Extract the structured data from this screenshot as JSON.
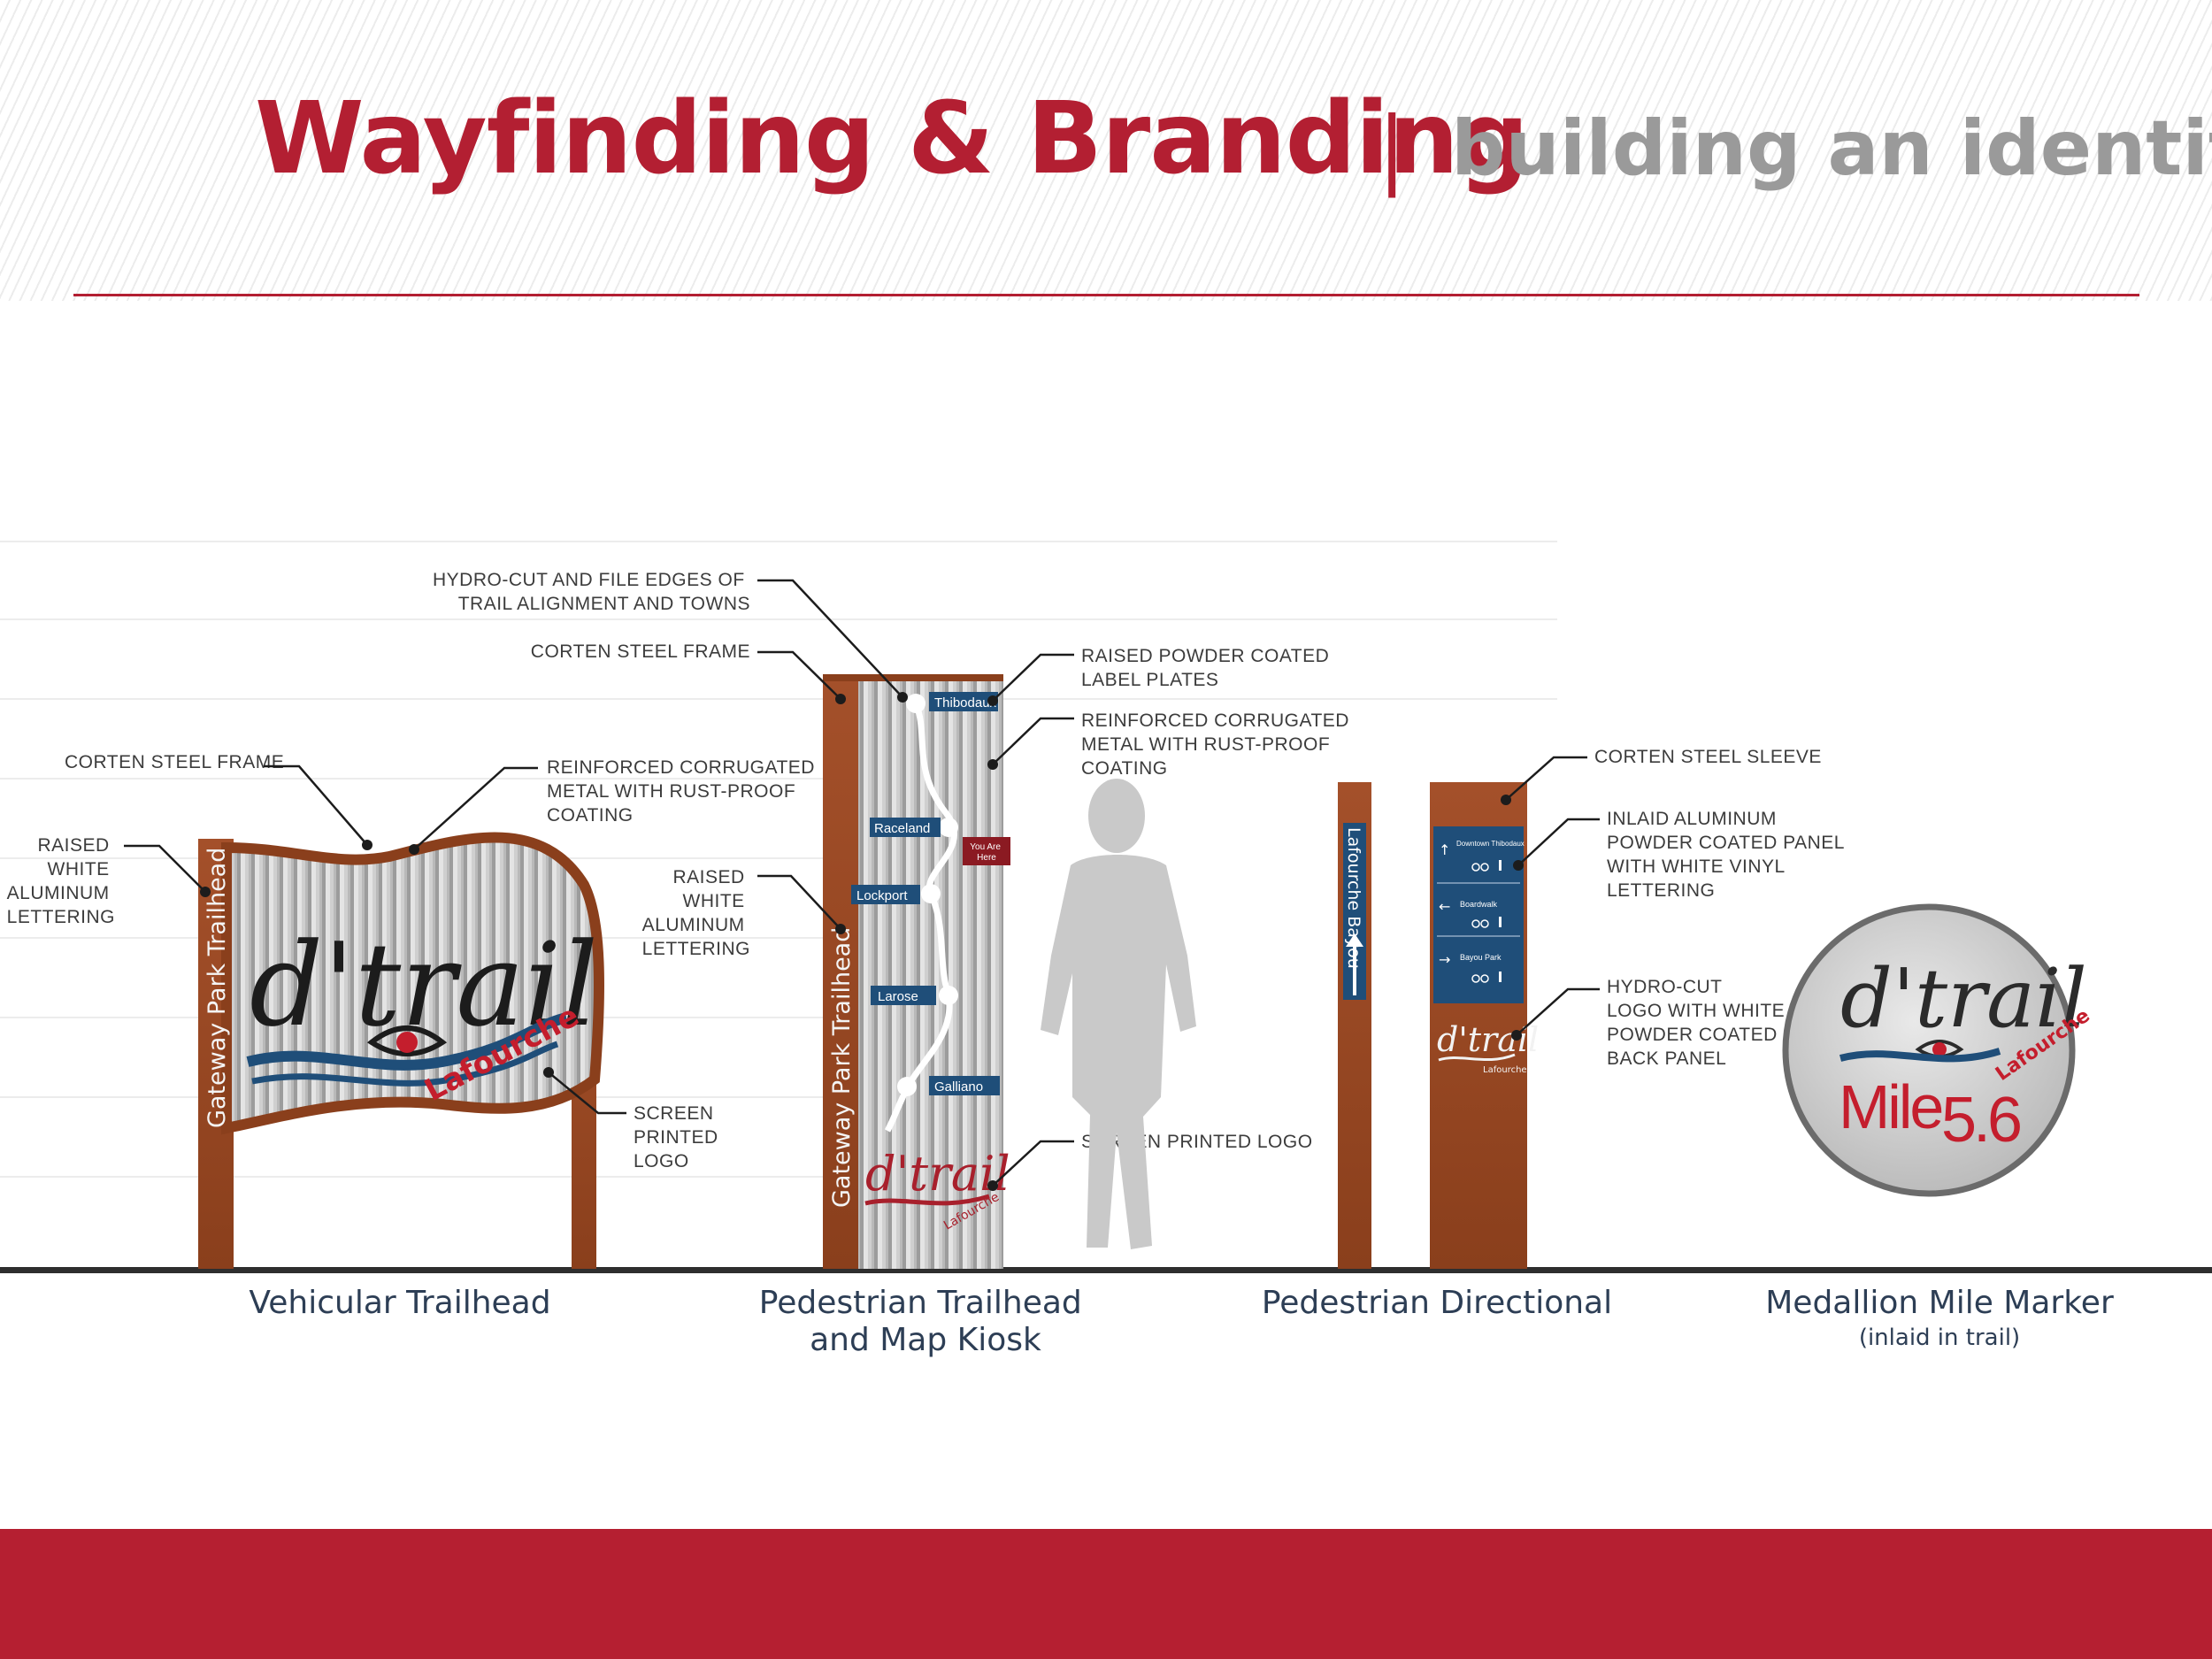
{
  "header": {
    "title": "Wayfinding & Branding",
    "separator": "|",
    "subtitle": "building an identity"
  },
  "colors": {
    "brand_red": "#b31f32",
    "subtitle_gray": "#9a9a9a",
    "corten": "#8a3f1c",
    "panel_blue": "#1f4e79",
    "caption_navy": "#2d3e55"
  },
  "signs": {
    "vehicular": {
      "caption": "Vehicular Trailhead",
      "post_text": "Gateway Park Trailhead",
      "logo": "d'trail",
      "logo_sub": "Lafourche",
      "callouts": {
        "corten_frame": "CORTEN STEEL FRAME",
        "lettering": [
          "RAISED",
          "WHITE",
          "ALUMINUM",
          "LETTERING"
        ],
        "corrugated": [
          "REINFORCED CORRUGATED",
          "METAL WITH RUST-PROOF",
          "COATING"
        ],
        "screen_logo": [
          "SCREEN",
          "PRINTED",
          "LOGO"
        ]
      }
    },
    "kiosk": {
      "caption_line1": "Pedestrian Trailhead",
      "caption_line2": "and Map Kiosk",
      "post_text": "Gateway Park Trailhead",
      "towns": [
        "Thibodaux",
        "Raceland",
        "Lockport",
        "Larose",
        "Galliano"
      ],
      "you_are_here": [
        "You Are",
        "Here"
      ],
      "logo": "d'trail",
      "logo_sub": "Lafourche",
      "callouts": {
        "hydro_cut": [
          "HYDRO-CUT AND FILE EDGES OF",
          "TRAIL ALIGNMENT AND TOWNS"
        ],
        "corten_frame": "CORTEN STEEL FRAME",
        "lettering": [
          "RAISED",
          "WHITE",
          "ALUMINUM",
          "LETTERING"
        ],
        "label_plates": [
          "RAISED POWDER COATED",
          "LABEL PLATES"
        ],
        "corrugated": [
          "REINFORCED CORRUGATED",
          "METAL WITH RUST-PROOF",
          "COATING"
        ],
        "screen_logo": "SCREEN PRINTED LOGO"
      }
    },
    "directional": {
      "caption": "Pedestrian Directional",
      "post_text": "Lafourche Bayou",
      "destinations": [
        {
          "arrow": "↑",
          "name": "Downtown Thibodaux"
        },
        {
          "arrow": "←",
          "name": "Boardwalk"
        },
        {
          "arrow": "→",
          "name": "Bayou Park"
        }
      ],
      "logo": "d'trail",
      "logo_sub": "Lafourche",
      "callouts": {
        "sleeve": "CORTEN STEEL SLEEVE",
        "panel": [
          "INLAID ALUMINUM",
          "POWDER COATED PANEL",
          "WITH WHITE VINYL",
          "LETTERING"
        ],
        "logo": [
          "HYDRO-CUT",
          "LOGO WITH WHITE",
          "POWDER COATED",
          "BACK PANEL"
        ]
      }
    },
    "medallion": {
      "caption": "Medallion Mile Marker",
      "subcaption": "(inlaid in trail)",
      "logo": "d'trail",
      "logo_sub": "Lafourche",
      "mile_label": "Mile",
      "mile_number": "5.6"
    }
  }
}
